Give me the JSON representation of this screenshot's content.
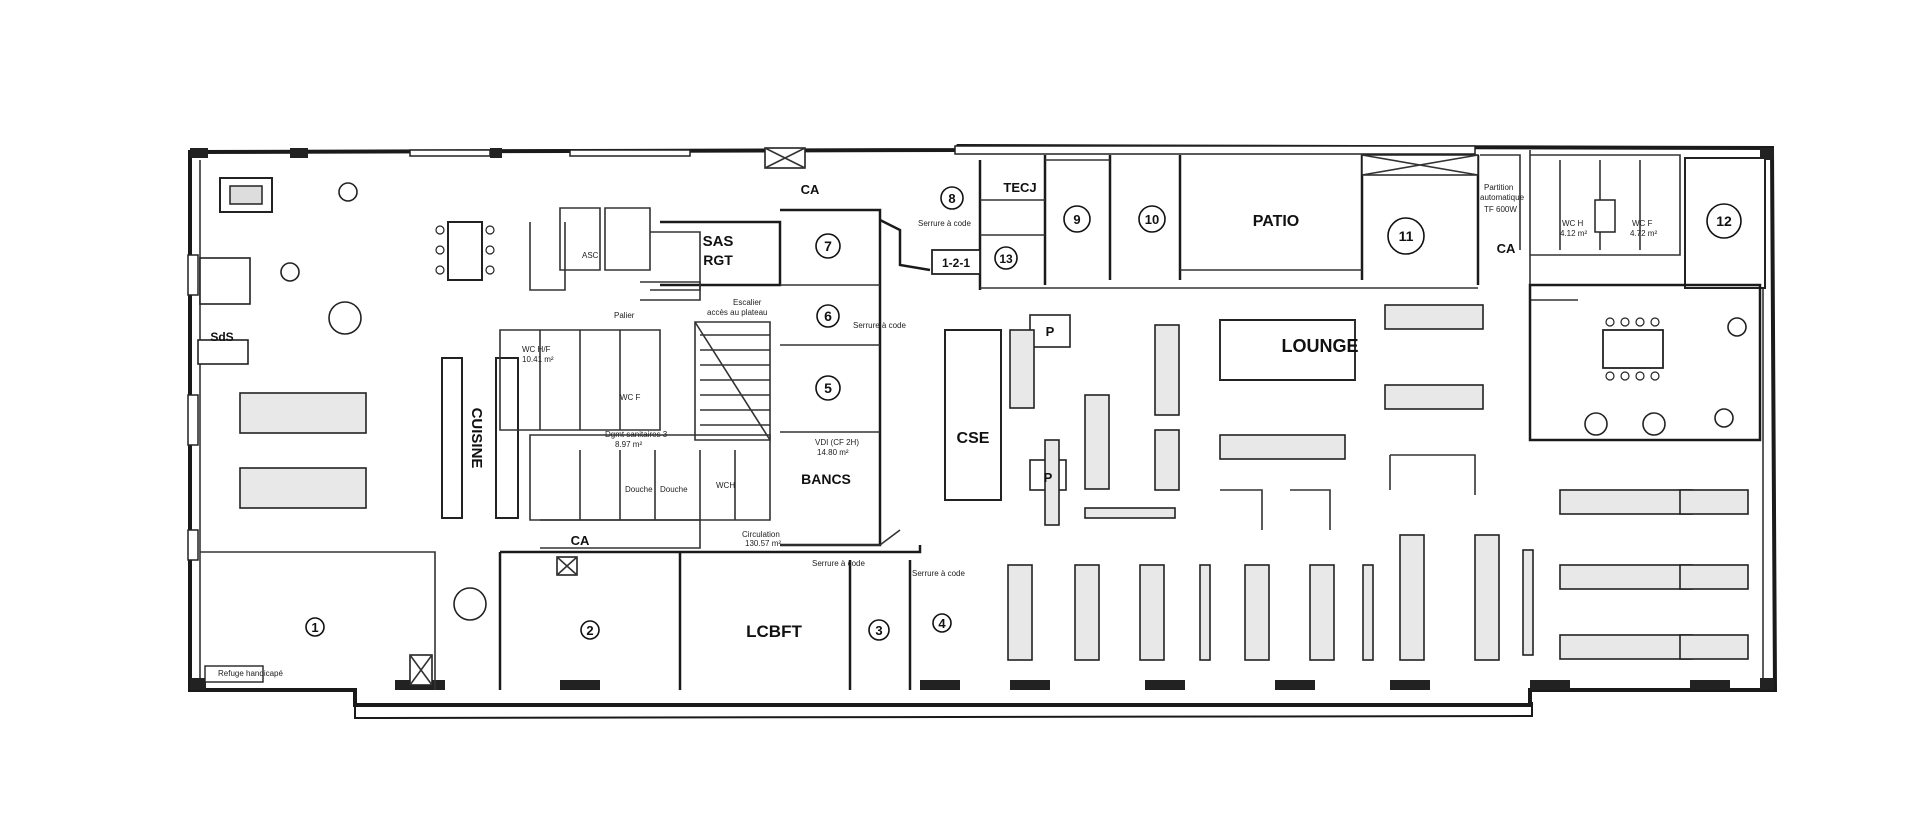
{
  "plan": {
    "rooms": {
      "r1": "1",
      "r2": "2",
      "r3": "3",
      "r4": "4",
      "r5": "5",
      "r6": "6",
      "r7": "7",
      "r8": "8",
      "r9": "9",
      "r10": "10",
      "r11": "11",
      "r12": "12",
      "r13": "13",
      "r121": "1-2-1"
    },
    "labels": {
      "sas": "SAS",
      "rgt": "RGT",
      "cuisine": "CUISINE",
      "lounge": "LOUNGE",
      "patio": "PATIO",
      "lcbft": "LCBFT",
      "cse": "CSE",
      "bancs": "BANCS",
      "tecj": "TECJ",
      "ca1": "CA",
      "ca2": "CA",
      "ca3": "CA",
      "p1": "P",
      "p2": "P",
      "asc": "ASC",
      "palier": "Palier",
      "escalier": "Escalier",
      "acces": "accès au plateau",
      "wc_hf": "WC H/F",
      "wc_hf_area": "10.41 m²",
      "wc_f": "WC F",
      "dgmt": "Dgmt sanitaires 3",
      "dgmt_area": "8.97 m²",
      "douche1": "Douche",
      "douche2": "Douche",
      "wch": "WCH",
      "vdi": "VDI (CF 2H)",
      "vdi_area": "14.80 m²",
      "circulation": "Circulation",
      "circulation_area": "130.57 m²",
      "serrure1": "Serrure à code",
      "serrure2": "Serrure à code",
      "serrure3": "Serrure à code",
      "serrure4": "Serrure à code",
      "partition1": "Partition",
      "partition2": "automatique",
      "partition3": "TF 600W",
      "wch2": "WC H",
      "wch2_area": "4.12 m²",
      "wcf2": "WC F",
      "wcf2_area": "4.72 m²",
      "refuge": "Refuge handicapé",
      "sd": "SdS"
    }
  },
  "colors": {
    "ink": "#1a1a1a",
    "desk_fill": "#e8e8e8",
    "background": "#ffffff"
  }
}
